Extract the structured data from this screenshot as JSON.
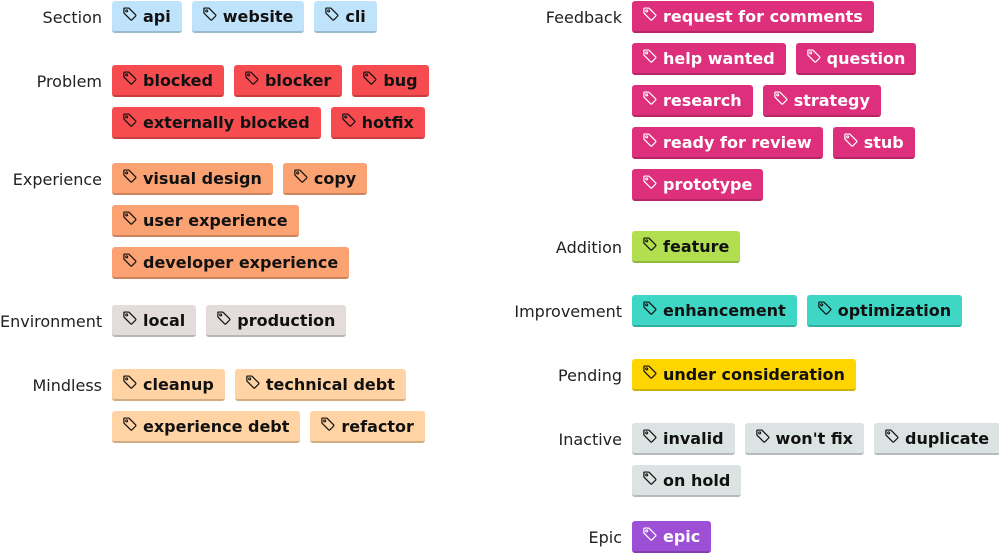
{
  "colors": {
    "section": "#bfe3fb",
    "problem": "#f74c4f",
    "experience": "#fba273",
    "environment": "#e3dcda",
    "mindless": "#ffd3a3",
    "feedback": "#dd2f7b",
    "addition": "#b1df50",
    "improvement": "#3ed6c5",
    "pending": "#fed500",
    "inactive": "#dce4e3",
    "epic": "#9d4fd6"
  },
  "tag_icon": "tag-icon",
  "groups": [
    {
      "key": "section",
      "label": "Section",
      "tags": [
        "api",
        "website",
        "cli"
      ]
    },
    {
      "key": "problem",
      "label": "Problem",
      "tags": [
        "blocked",
        "blocker",
        "bug",
        "externally blocked",
        "hotfix"
      ]
    },
    {
      "key": "experience",
      "label": "Experience",
      "tags": [
        "visual design",
        "copy",
        "user experience",
        "developer experience"
      ]
    },
    {
      "key": "environment",
      "label": "Environment",
      "tags": [
        "local",
        "production"
      ]
    },
    {
      "key": "mindless",
      "label": "Mindless",
      "tags": [
        "cleanup",
        "technical debt",
        "experience debt",
        "refactor"
      ]
    },
    {
      "key": "feedback",
      "label": "Feedback",
      "tags": [
        "request for comments",
        "help wanted",
        "question",
        "research",
        "strategy",
        "ready for review",
        "stub",
        "prototype"
      ]
    },
    {
      "key": "addition",
      "label": "Addition",
      "tags": [
        "feature"
      ]
    },
    {
      "key": "improvement",
      "label": "Improvement",
      "tags": [
        "enhancement",
        "optimization"
      ]
    },
    {
      "key": "pending",
      "label": "Pending",
      "tags": [
        "under consideration"
      ]
    },
    {
      "key": "inactive",
      "label": "Inactive",
      "tags": [
        "invalid",
        "won't fix",
        "duplicate",
        "on hold"
      ]
    },
    {
      "key": "epic",
      "label": "Epic",
      "tags": [
        "epic"
      ]
    }
  ]
}
